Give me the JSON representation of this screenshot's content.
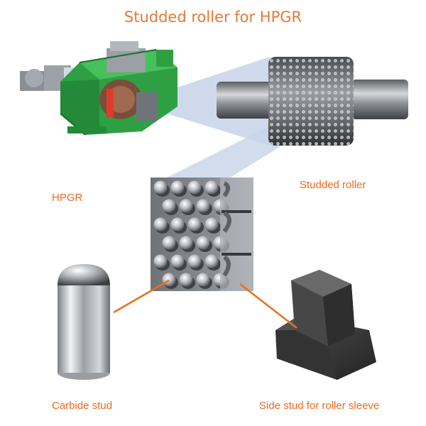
{
  "title": "Studded roller for HPGR",
  "labels": {
    "hpgr": "HPGR",
    "studded_roller": "Studded roller",
    "carbide_stud": "Carbide stud",
    "side_stud": "Side stud for roller sleeve"
  },
  "colors": {
    "title": "#e07b39",
    "label": "#ea6a1f",
    "leader_line": "#e8701e",
    "callout_wedge": "#c6d4e8",
    "machine_green": "#2ea043",
    "machine_gray": "#8a8f96",
    "roller_metal": "#6e7277",
    "stud_metal": "#c9ccd1",
    "side_stud": "#3b3b3b"
  },
  "icons": {
    "hpgr_machine": "hpgr-machine-illustration",
    "roller": "studded-roller-illustration",
    "closeup": "roller-surface-closeup",
    "carbide_stud": "carbide-stud-illustration",
    "side_stud": "side-stud-illustration"
  }
}
